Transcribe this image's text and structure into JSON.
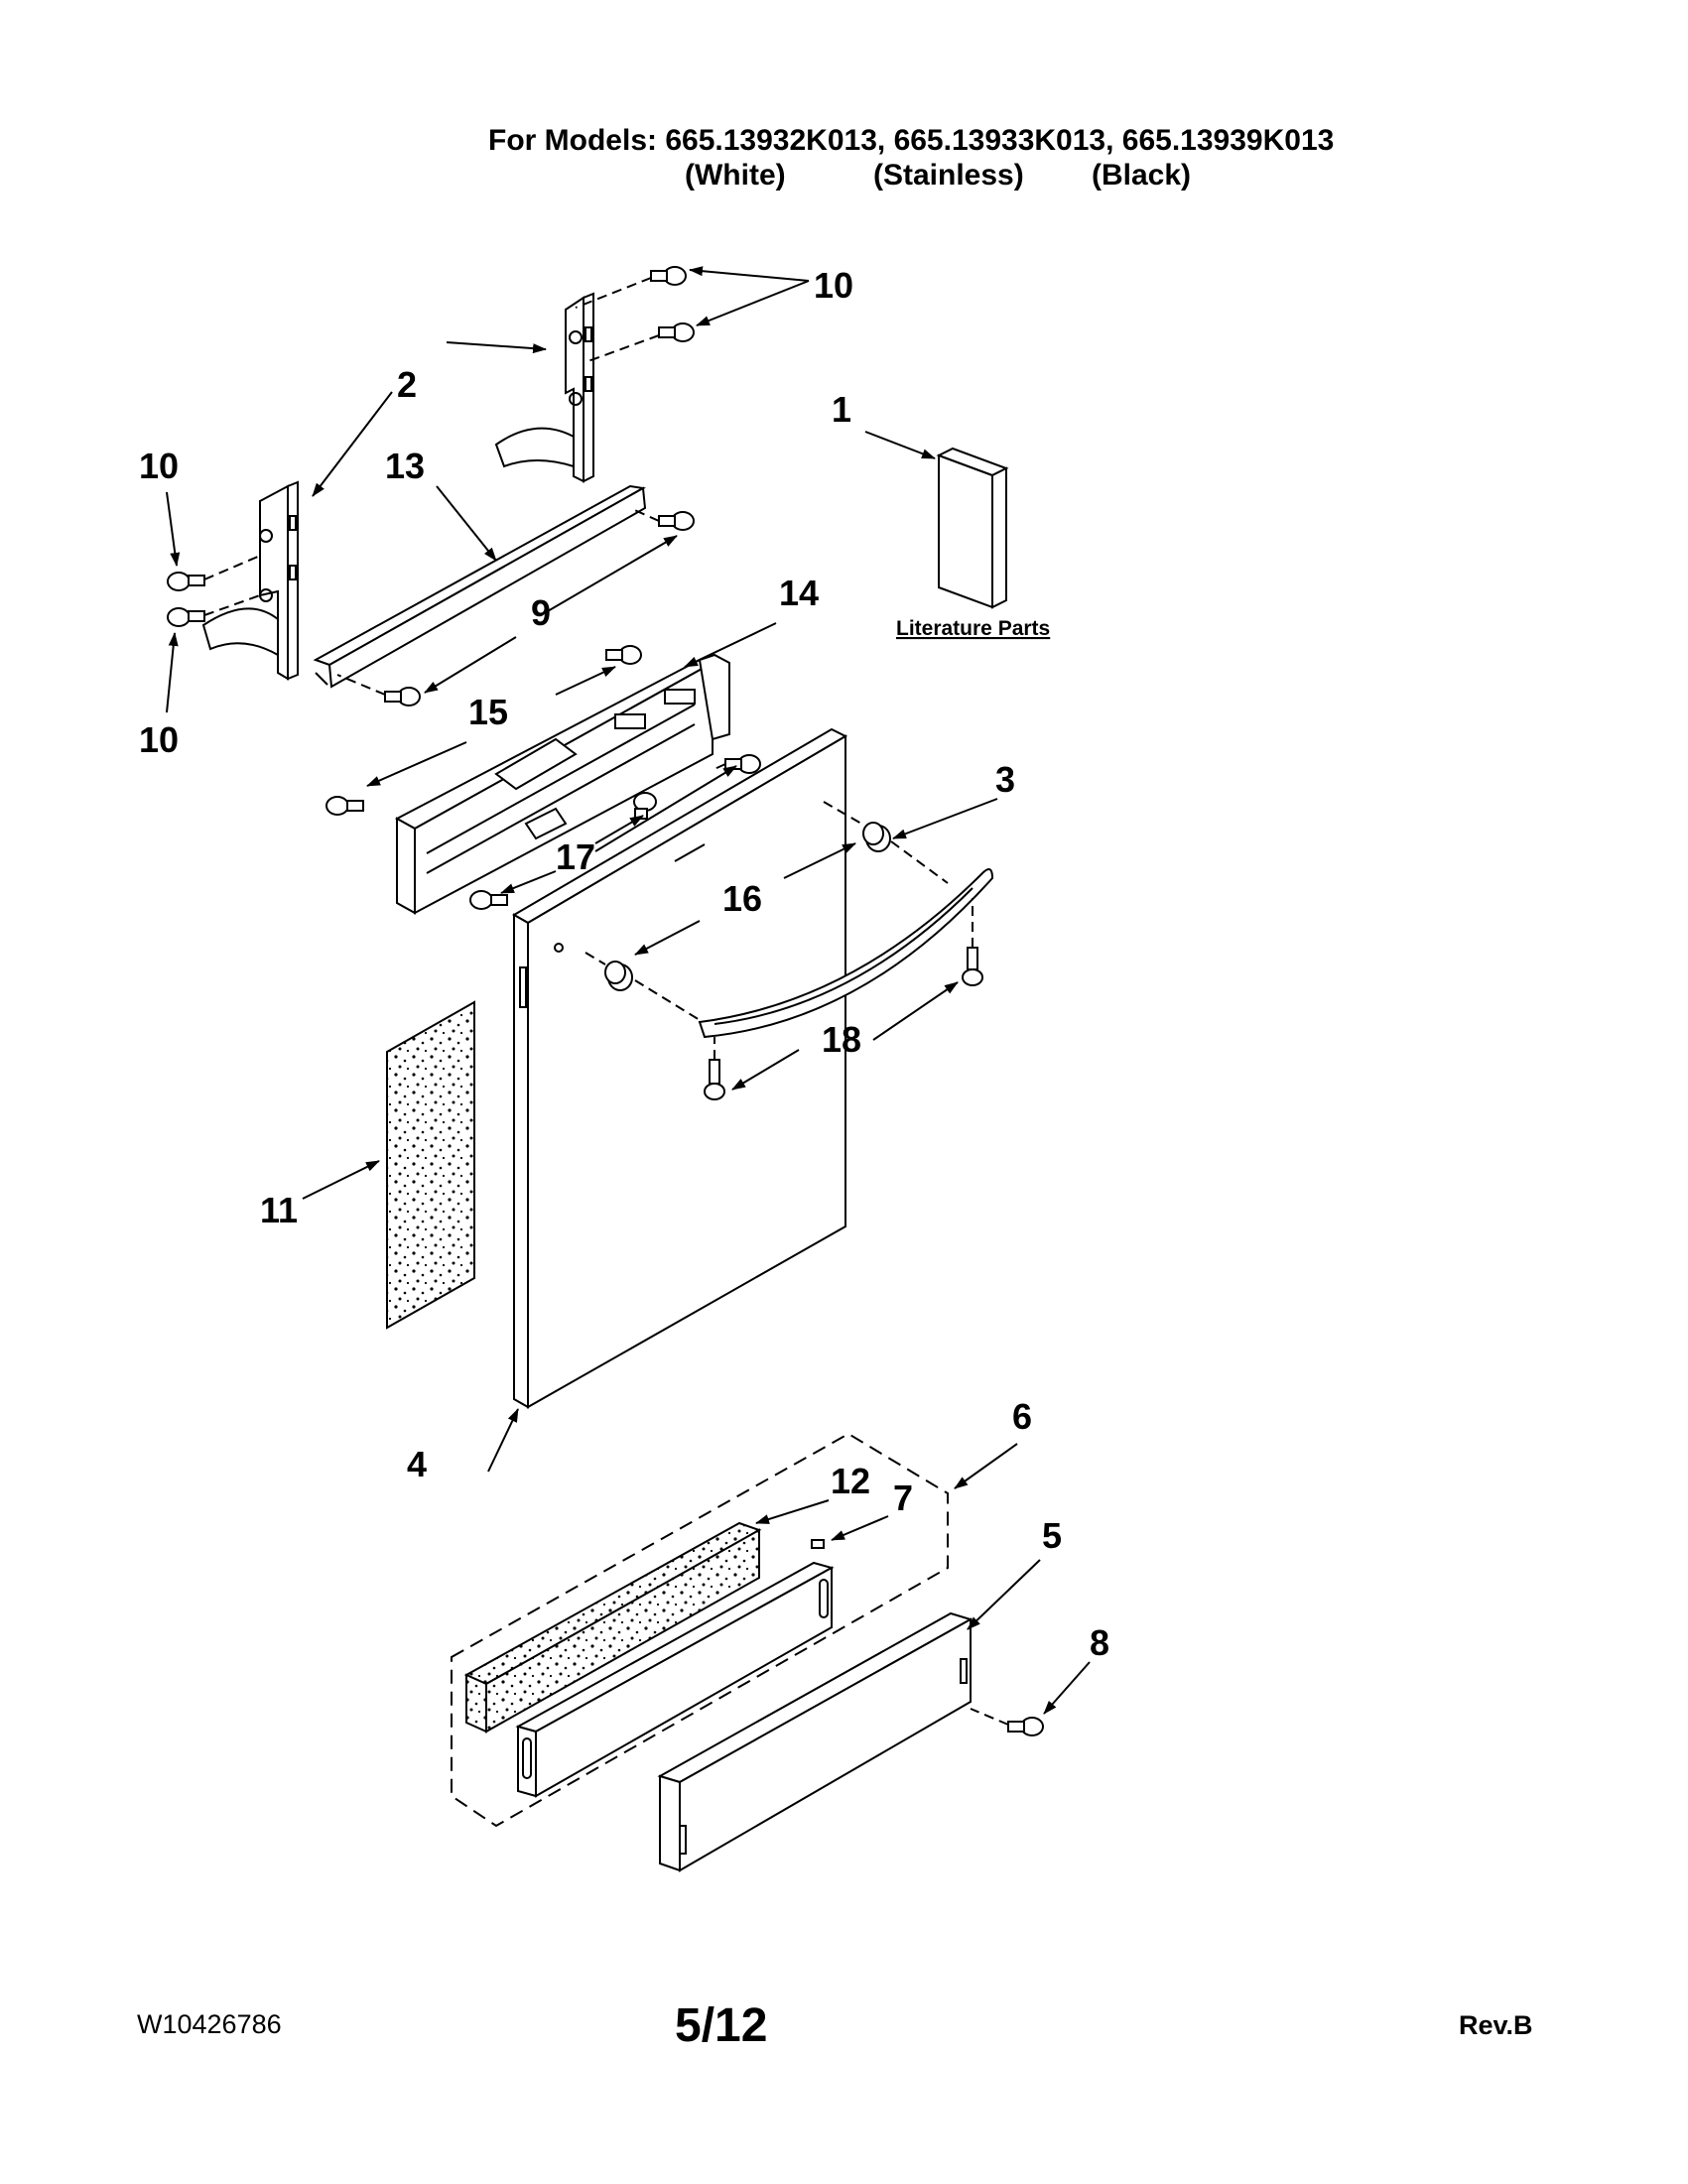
{
  "header": {
    "models_label": "For Models:",
    "models": [
      "665.13932K013,",
      "665.13933K013,",
      "665.13939K013"
    ],
    "colors": [
      "(White)",
      "(Stainless)",
      "(Black)"
    ]
  },
  "literature_label": "Literature Parts",
  "callouts": {
    "c1": "1",
    "c2": "2",
    "c3": "3",
    "c4": "4",
    "c5": "5",
    "c6": "6",
    "c7": "7",
    "c8": "8",
    "c9": "9",
    "c10a": "10",
    "c10b": "10",
    "c10c": "10",
    "c11": "11",
    "c12": "12",
    "c13": "13",
    "c14": "14",
    "c15": "15",
    "c16": "16",
    "c17": "17",
    "c18": "18"
  },
  "footer": {
    "doc_number": "W10426786",
    "page": "5/12",
    "revision": "Rev.B"
  }
}
